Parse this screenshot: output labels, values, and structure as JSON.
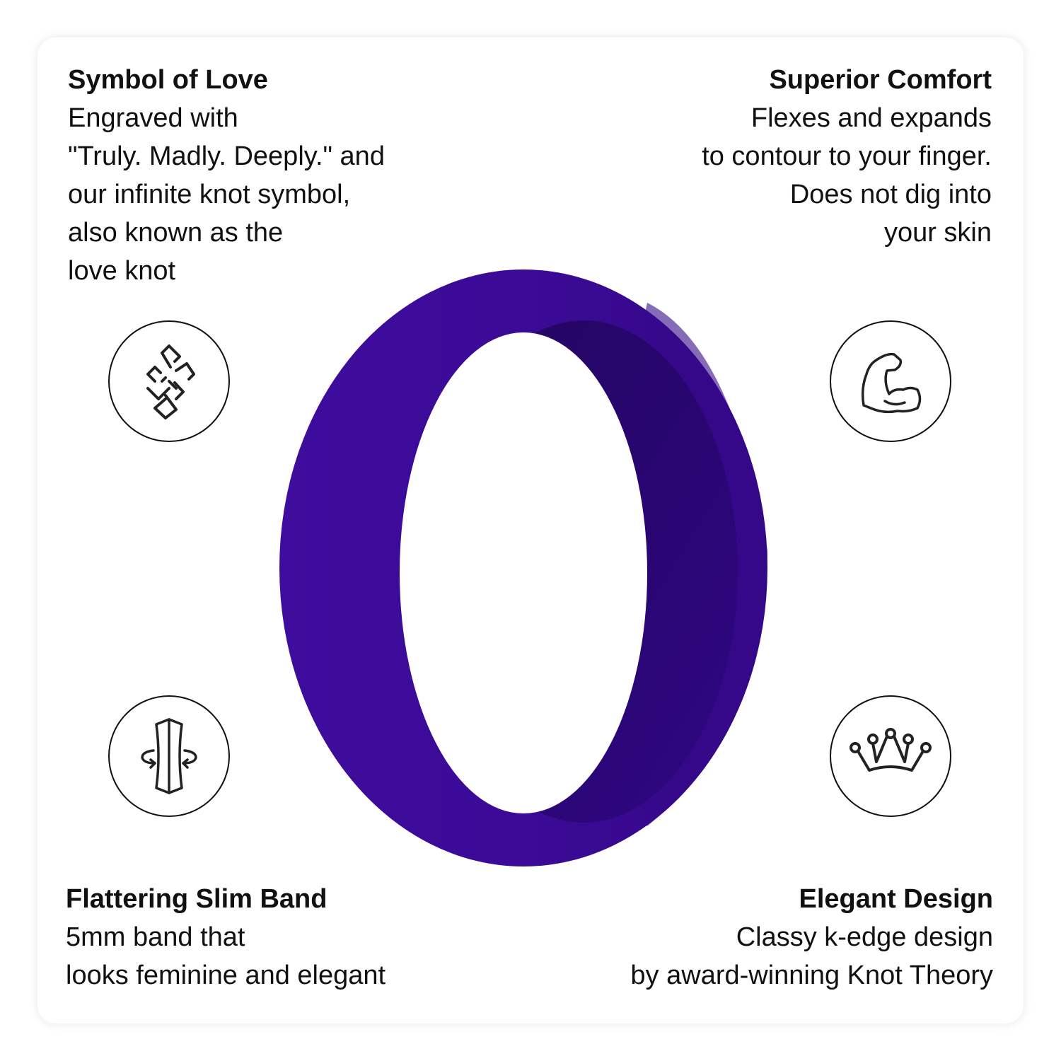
{
  "features": [
    {
      "id": "symbol-of-love",
      "title": "Symbol of Love",
      "body": "Engraved with\n\"Truly. Madly. Deeply.\" and\nour infinite knot symbol,\nalso known as the\nlove knot",
      "icon": "love-knot-icon"
    },
    {
      "id": "superior-comfort",
      "title": "Superior Comfort",
      "body": "Flexes and expands\nto contour to your finger.\nDoes not dig into\nyour skin",
      "icon": "flexed-bicep-icon"
    },
    {
      "id": "flattering-slim-band",
      "title": "Flattering Slim Band",
      "body": "5mm band that\nlooks feminine and elegant",
      "icon": "rotating-band-icon"
    },
    {
      "id": "elegant-design",
      "title": "Elegant Design",
      "body": "Classy k-edge design\nby award-winning Knot Theory",
      "icon": "crown-icon"
    }
  ],
  "product": {
    "name": "silicone ring",
    "color": "#3d0a9a",
    "inner_color": "#2a0578"
  }
}
